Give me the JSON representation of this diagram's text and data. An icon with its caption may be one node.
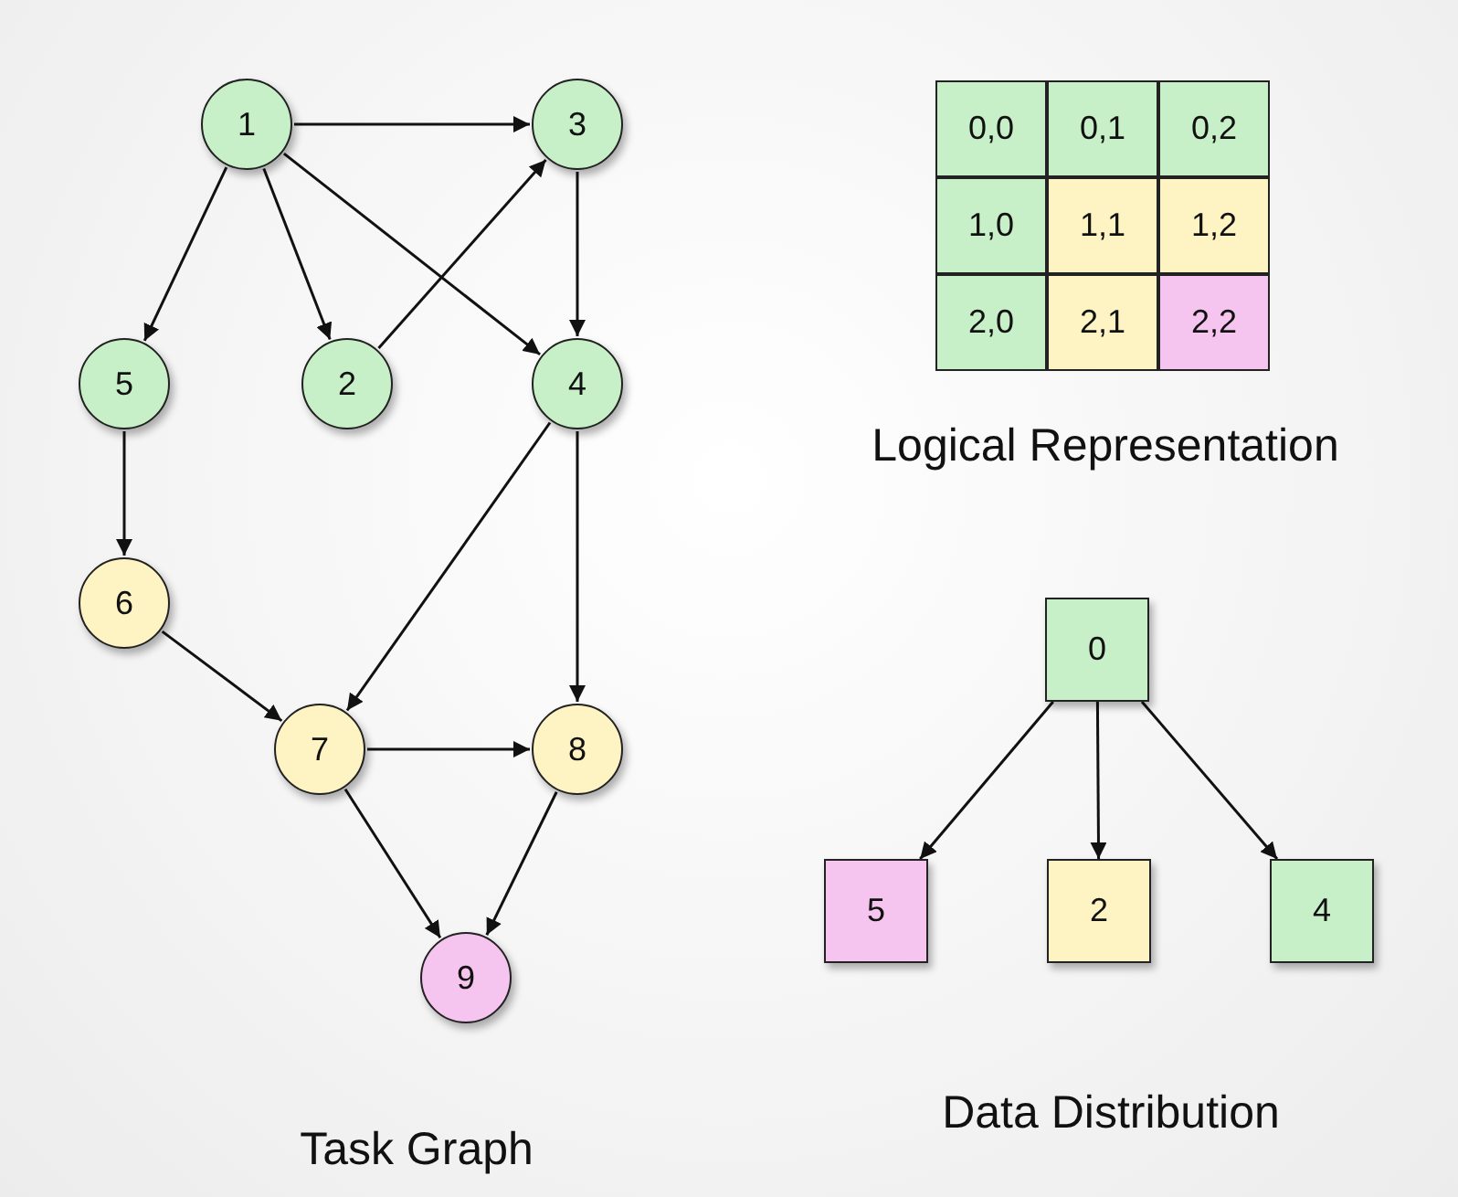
{
  "diagram": {
    "nodes": [
      {
        "text": [
          "1"
        ]
      },
      {
        "text": [
          "3"
        ]
      },
      {
        "text": [
          "5"
        ]
      },
      {
        "text": [
          "2"
        ]
      },
      {
        "text": [
          "4"
        ]
      },
      {
        "text": [
          "6"
        ]
      },
      {
        "text": [
          "7"
        ]
      },
      {
        "text": [
          "8"
        ]
      },
      {
        "text": [
          "9"
        ]
      },
      {
        "text": [
          "0,0"
        ]
      },
      {
        "text": [
          "0,1"
        ]
      },
      {
        "text": [
          "0,2"
        ]
      },
      {
        "text": [
          "1,0"
        ]
      },
      {
        "text": [
          "1,1"
        ]
      },
      {
        "text": [
          "1,2"
        ]
      },
      {
        "text": [
          "2,0"
        ]
      },
      {
        "text": [
          "2,1"
        ]
      },
      {
        "text": [
          "2,2"
        ]
      },
      {
        "text": [
          "0"
        ]
      },
      {
        "text": [
          "5"
        ]
      },
      {
        "text": [
          "2"
        ]
      },
      {
        "text": [
          "4"
        ]
      }
    ],
    "edges": [
      {
        "from": 0,
        "to": 1,
        "arrow": "to"
      },
      {
        "from": 0,
        "to": 2,
        "arrow": "to"
      },
      {
        "from": 0,
        "to": 3,
        "arrow": "to"
      },
      {
        "from": 0,
        "to": 4,
        "arrow": "to"
      },
      {
        "from": 3,
        "to": 1,
        "arrow": "to"
      },
      {
        "from": 1,
        "to": 4,
        "arrow": "to"
      },
      {
        "from": 2,
        "to": 5,
        "arrow": "to"
      },
      {
        "from": 4,
        "to": 6,
        "arrow": "to"
      },
      {
        "from": 4,
        "to": 7,
        "arrow": "to"
      },
      {
        "from": 5,
        "to": 6,
        "arrow": "to"
      },
      {
        "from": 6,
        "to": 7,
        "arrow": "to"
      },
      {
        "from": 6,
        "to": 8,
        "arrow": "to"
      },
      {
        "from": 7,
        "to": 8,
        "arrow": "to"
      },
      {
        "from": 18,
        "to": 19,
        "arrow": "to"
      },
      {
        "from": 18,
        "to": 20,
        "arrow": "to"
      },
      {
        "from": 18,
        "to": 21,
        "arrow": "to"
      }
    ],
    "labels": [
      "Logical Representation",
      "Data Distribution",
      "Task Graph"
    ]
  }
}
